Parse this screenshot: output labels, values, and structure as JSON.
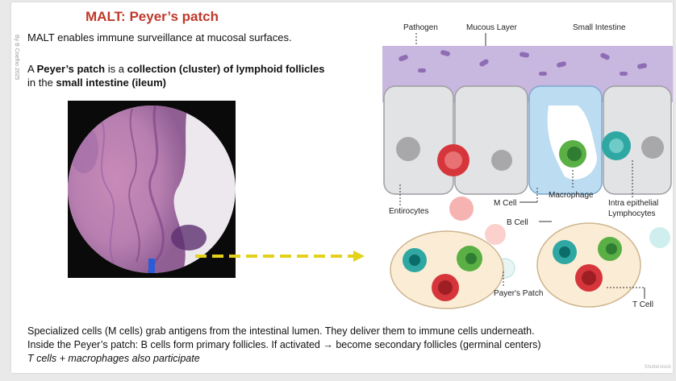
{
  "slide": {
    "title": "MALT: Peyer’s patch",
    "credit": "By B Coelho 2025",
    "line1": "MALT enables immune surveillance at mucosal surfaces.",
    "line2": {
      "a": "A ",
      "b": "Peyer’s patch",
      "c": " is a ",
      "d": "collection (cluster) of lymphoid follicles",
      "e": " in the ",
      "f": "small intestine (ileum)"
    },
    "caption": {
      "l1": "Specialized cells (M cells) grab antigens from the intestinal lumen. They deliver them to immune cells underneath.",
      "l2": "Inside the Peyer’s patch: B cells form primary follicles. If activated → become secondary follicles (germinal centers)",
      "l3": "T cells + macrophages also participate"
    },
    "watermark": "Shutterstock"
  },
  "diagram": {
    "labels": {
      "pathogen": "Pathogen",
      "mucous": "Mucous Layer",
      "small_intestine": "Small Intestine",
      "entirocytes": "Entirocytes",
      "m_cell": "M Cell",
      "macrophage": "Macrophage",
      "iel1": "Intra epithelial",
      "iel2": "Lymphocytes",
      "b_cell": "B Cell",
      "payers_patch": "Payer's Patch",
      "t_cell": "T Cell"
    }
  },
  "colors": {
    "title": "#c0392b",
    "arrow": "#e3d21c",
    "mucus": "#c8b7de",
    "epithelium": "#e2e3e5",
    "mcell": "#bcdcf2",
    "patch": "#fbedd5"
  }
}
